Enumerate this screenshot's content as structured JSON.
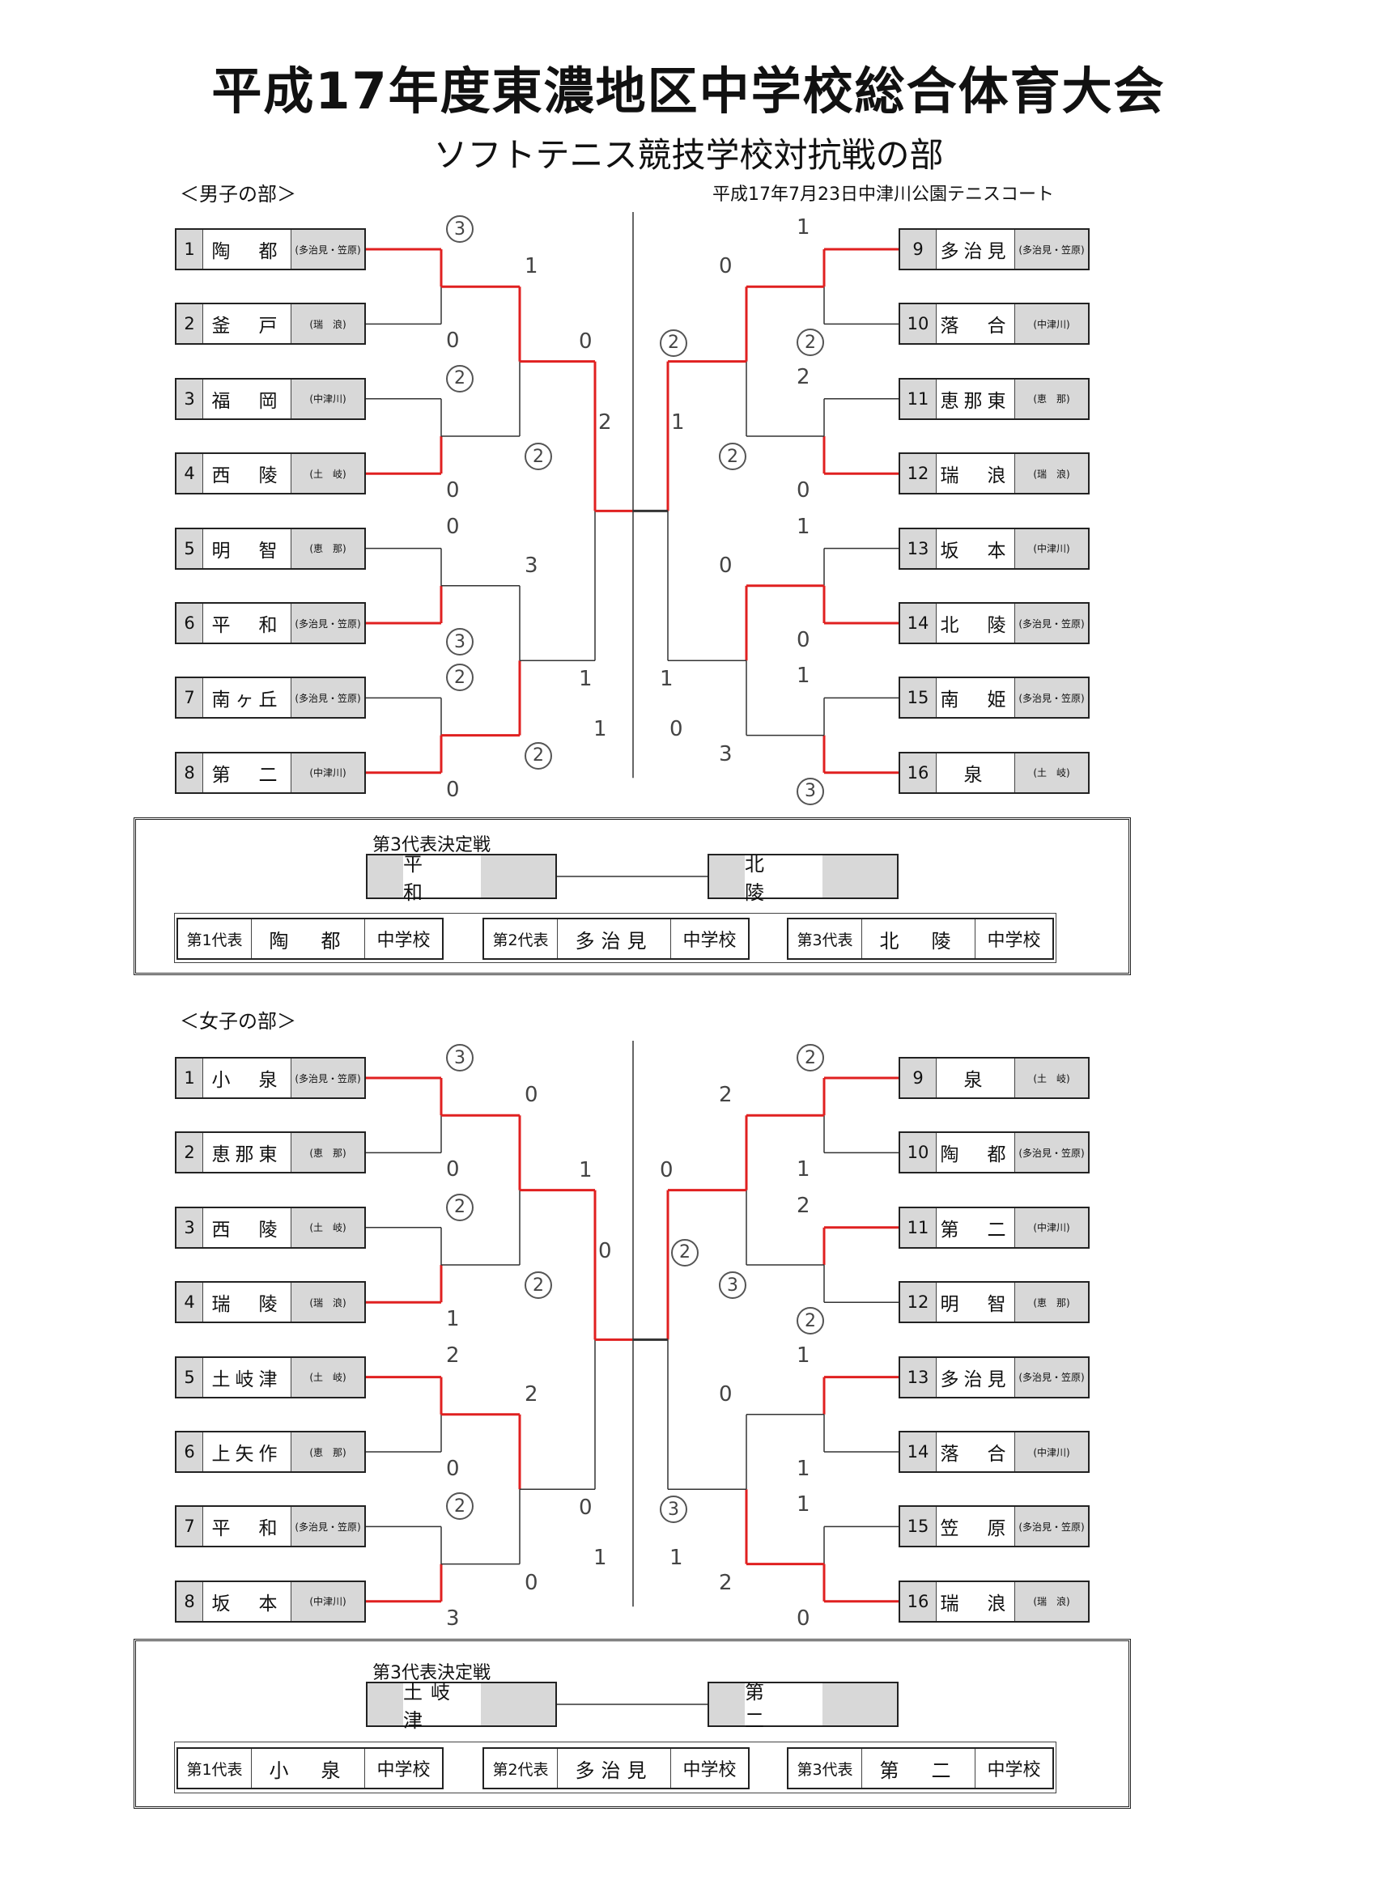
{
  "header": {
    "title": "平成17年度東濃地区中学校総合体育大会",
    "subtitle": "ソフトテニス競技学校対抗戦の部",
    "venue": "平成17年7月23日中津川公園テニスコート"
  },
  "boys": {
    "label": "＜男子の部＞",
    "left": [
      {
        "num": "1",
        "name": "陶　都",
        "region": "(多治見・笠原)"
      },
      {
        "num": "2",
        "name": "釜　戸",
        "region": "(瑞　浪)"
      },
      {
        "num": "3",
        "name": "福　岡",
        "region": "(中津川)"
      },
      {
        "num": "4",
        "name": "西　陵",
        "region": "(土　岐)"
      },
      {
        "num": "5",
        "name": "明　智",
        "region": "(恵　那)"
      },
      {
        "num": "6",
        "name": "平　和",
        "region": "(多治見・笠原)"
      },
      {
        "num": "7",
        "name": "南ヶ丘",
        "region": "(多治見・笠原)"
      },
      {
        "num": "8",
        "name": "第　二",
        "region": "(中津川)"
      }
    ],
    "right": [
      {
        "num": "9",
        "name": "多治見",
        "region": "(多治見・笠原)"
      },
      {
        "num": "10",
        "name": "落　合",
        "region": "(中津川)"
      },
      {
        "num": "11",
        "name": "恵那東",
        "region": "(恵　那)"
      },
      {
        "num": "12",
        "name": "瑞　浪",
        "region": "(瑞　浪)"
      },
      {
        "num": "13",
        "name": "坂　本",
        "region": "(中津川)"
      },
      {
        "num": "14",
        "name": "北　陵",
        "region": "(多治見・笠原)"
      },
      {
        "num": "15",
        "name": "南　姫",
        "region": "(多治見・笠原)"
      },
      {
        "num": "16",
        "name": "泉",
        "region": "(土　岐)"
      }
    ],
    "playoff": {
      "title": "第3代表決定戦",
      "left": "平　和",
      "right": "北　陵"
    },
    "reps": [
      {
        "label": "第1代表",
        "name": "陶　都",
        "suffix": "中学校"
      },
      {
        "label": "第2代表",
        "name": "多治見",
        "suffix": "中学校"
      },
      {
        "label": "第3代表",
        "name": "北　陵",
        "suffix": "中学校"
      }
    ]
  },
  "girls": {
    "label": "＜女子の部＞",
    "left": [
      {
        "num": "1",
        "name": "小　泉",
        "region": "(多治見・笠原)"
      },
      {
        "num": "2",
        "name": "恵那東",
        "region": "(恵　那)"
      },
      {
        "num": "3",
        "name": "西　陵",
        "region": "(土　岐)"
      },
      {
        "num": "4",
        "name": "瑞　陵",
        "region": "(瑞　浪)"
      },
      {
        "num": "5",
        "name": "土岐津",
        "region": "(土　岐)"
      },
      {
        "num": "6",
        "name": "上矢作",
        "region": "(恵　那)"
      },
      {
        "num": "7",
        "name": "平　和",
        "region": "(多治見・笠原)"
      },
      {
        "num": "8",
        "name": "坂　本",
        "region": "(中津川)"
      }
    ],
    "right": [
      {
        "num": "9",
        "name": "泉",
        "region": "(土　岐)"
      },
      {
        "num": "10",
        "name": "陶　都",
        "region": "(多治見・笠原)"
      },
      {
        "num": "11",
        "name": "第　二",
        "region": "(中津川)"
      },
      {
        "num": "12",
        "name": "明　智",
        "region": "(恵　那)"
      },
      {
        "num": "13",
        "name": "多治見",
        "region": "(多治見・笠原)"
      },
      {
        "num": "14",
        "name": "落　合",
        "region": "(中津川)"
      },
      {
        "num": "15",
        "name": "笠　原",
        "region": "(多治見・笠原)"
      },
      {
        "num": "16",
        "name": "瑞　浪",
        "region": "(瑞　浪)"
      }
    ],
    "playoff": {
      "title": "第3代表決定戦",
      "left": "土岐津",
      "right": "第　二"
    },
    "reps": [
      {
        "label": "第1代表",
        "name": "小　泉",
        "suffix": "中学校"
      },
      {
        "label": "第2代表",
        "name": "多治見",
        "suffix": "中学校"
      },
      {
        "label": "第3代表",
        "name": "第　二",
        "suffix": "中学校"
      }
    ]
  },
  "scores": {
    "boys": [
      "3",
      "0",
      "2",
      "0",
      "0",
      "3",
      "2",
      "0",
      "1",
      "2",
      "3",
      "2",
      "0",
      "1",
      "1",
      "2",
      "2",
      "0",
      "1",
      "0",
      "1",
      "3",
      "0",
      "2",
      "0",
      "3",
      "2",
      "1",
      "2",
      "1",
      "1",
      "0"
    ],
    "girls": [
      "3",
      "0",
      "2",
      "1",
      "2",
      "0",
      "2",
      "3",
      "0",
      "2",
      "2",
      "0",
      "1",
      "0",
      "2",
      "1",
      "2",
      "2",
      "1",
      "1",
      "1",
      "0",
      "2",
      "3",
      "0",
      "2",
      "0",
      "3",
      "0",
      "2",
      "1",
      "1"
    ]
  },
  "colors": {
    "accent": "#e02020",
    "line": "#333333",
    "shade": "#d8d8d8"
  }
}
